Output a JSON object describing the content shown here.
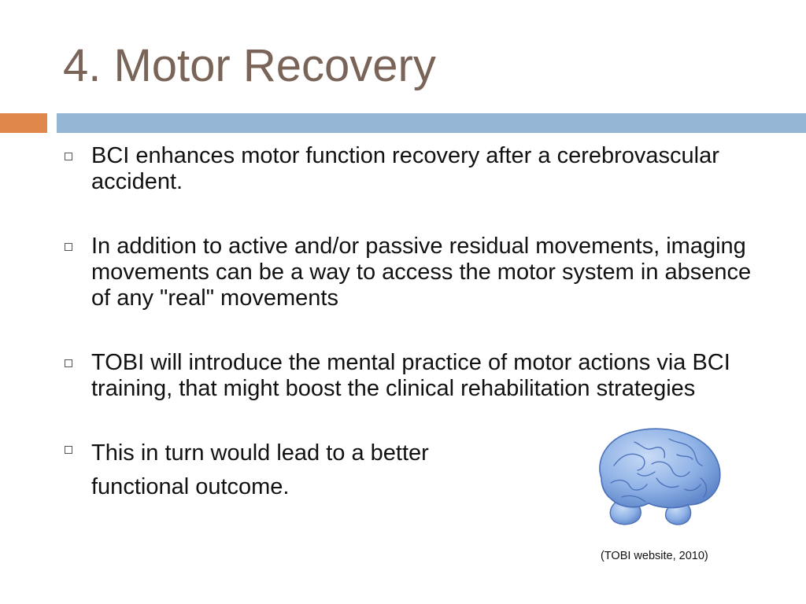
{
  "slide": {
    "title": "4. Motor Recovery",
    "title_color": "#7a6458",
    "accent_left_color": "#e0884c",
    "accent_right_color": "#95b6d5"
  },
  "bullets": [
    {
      "text": "BCI enhances motor function recovery after a cerebrovascular accident."
    },
    {
      "text": "In addition to active and/or passive residual movements, imaging movements can be a way to access the motor system in absence of any \"real\" movements"
    },
    {
      "text": "TOBI will introduce the mental practice of motor actions via BCI training, that might boost the clinical rehabilitation strategies"
    },
    {
      "text": "This in turn would lead to a better functional outcome."
    }
  ],
  "image": {
    "icon": "brain-icon",
    "fill_color": "#8fb2e6",
    "stroke_color": "#4a70b8"
  },
  "citation": "(TOBI website, 2010)"
}
